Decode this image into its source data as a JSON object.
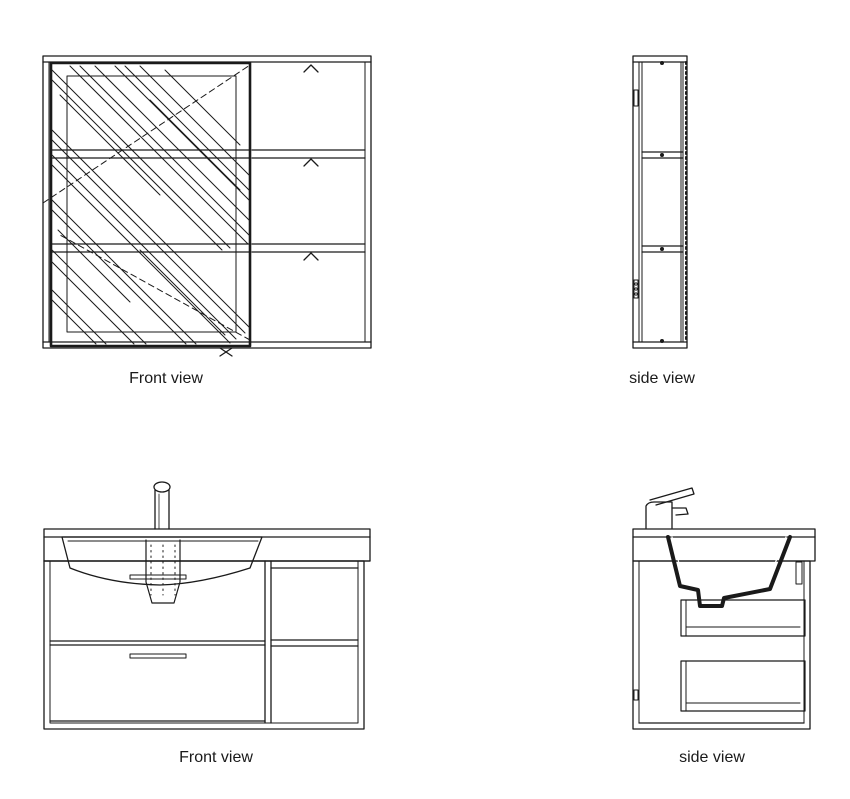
{
  "captions": {
    "cabinet_front": "Front view",
    "cabinet_side": "side view",
    "vanity_front": "Front view",
    "vanity_side": "side view"
  },
  "colors": {
    "line": "#1a1a1a",
    "background": "#ffffff"
  }
}
